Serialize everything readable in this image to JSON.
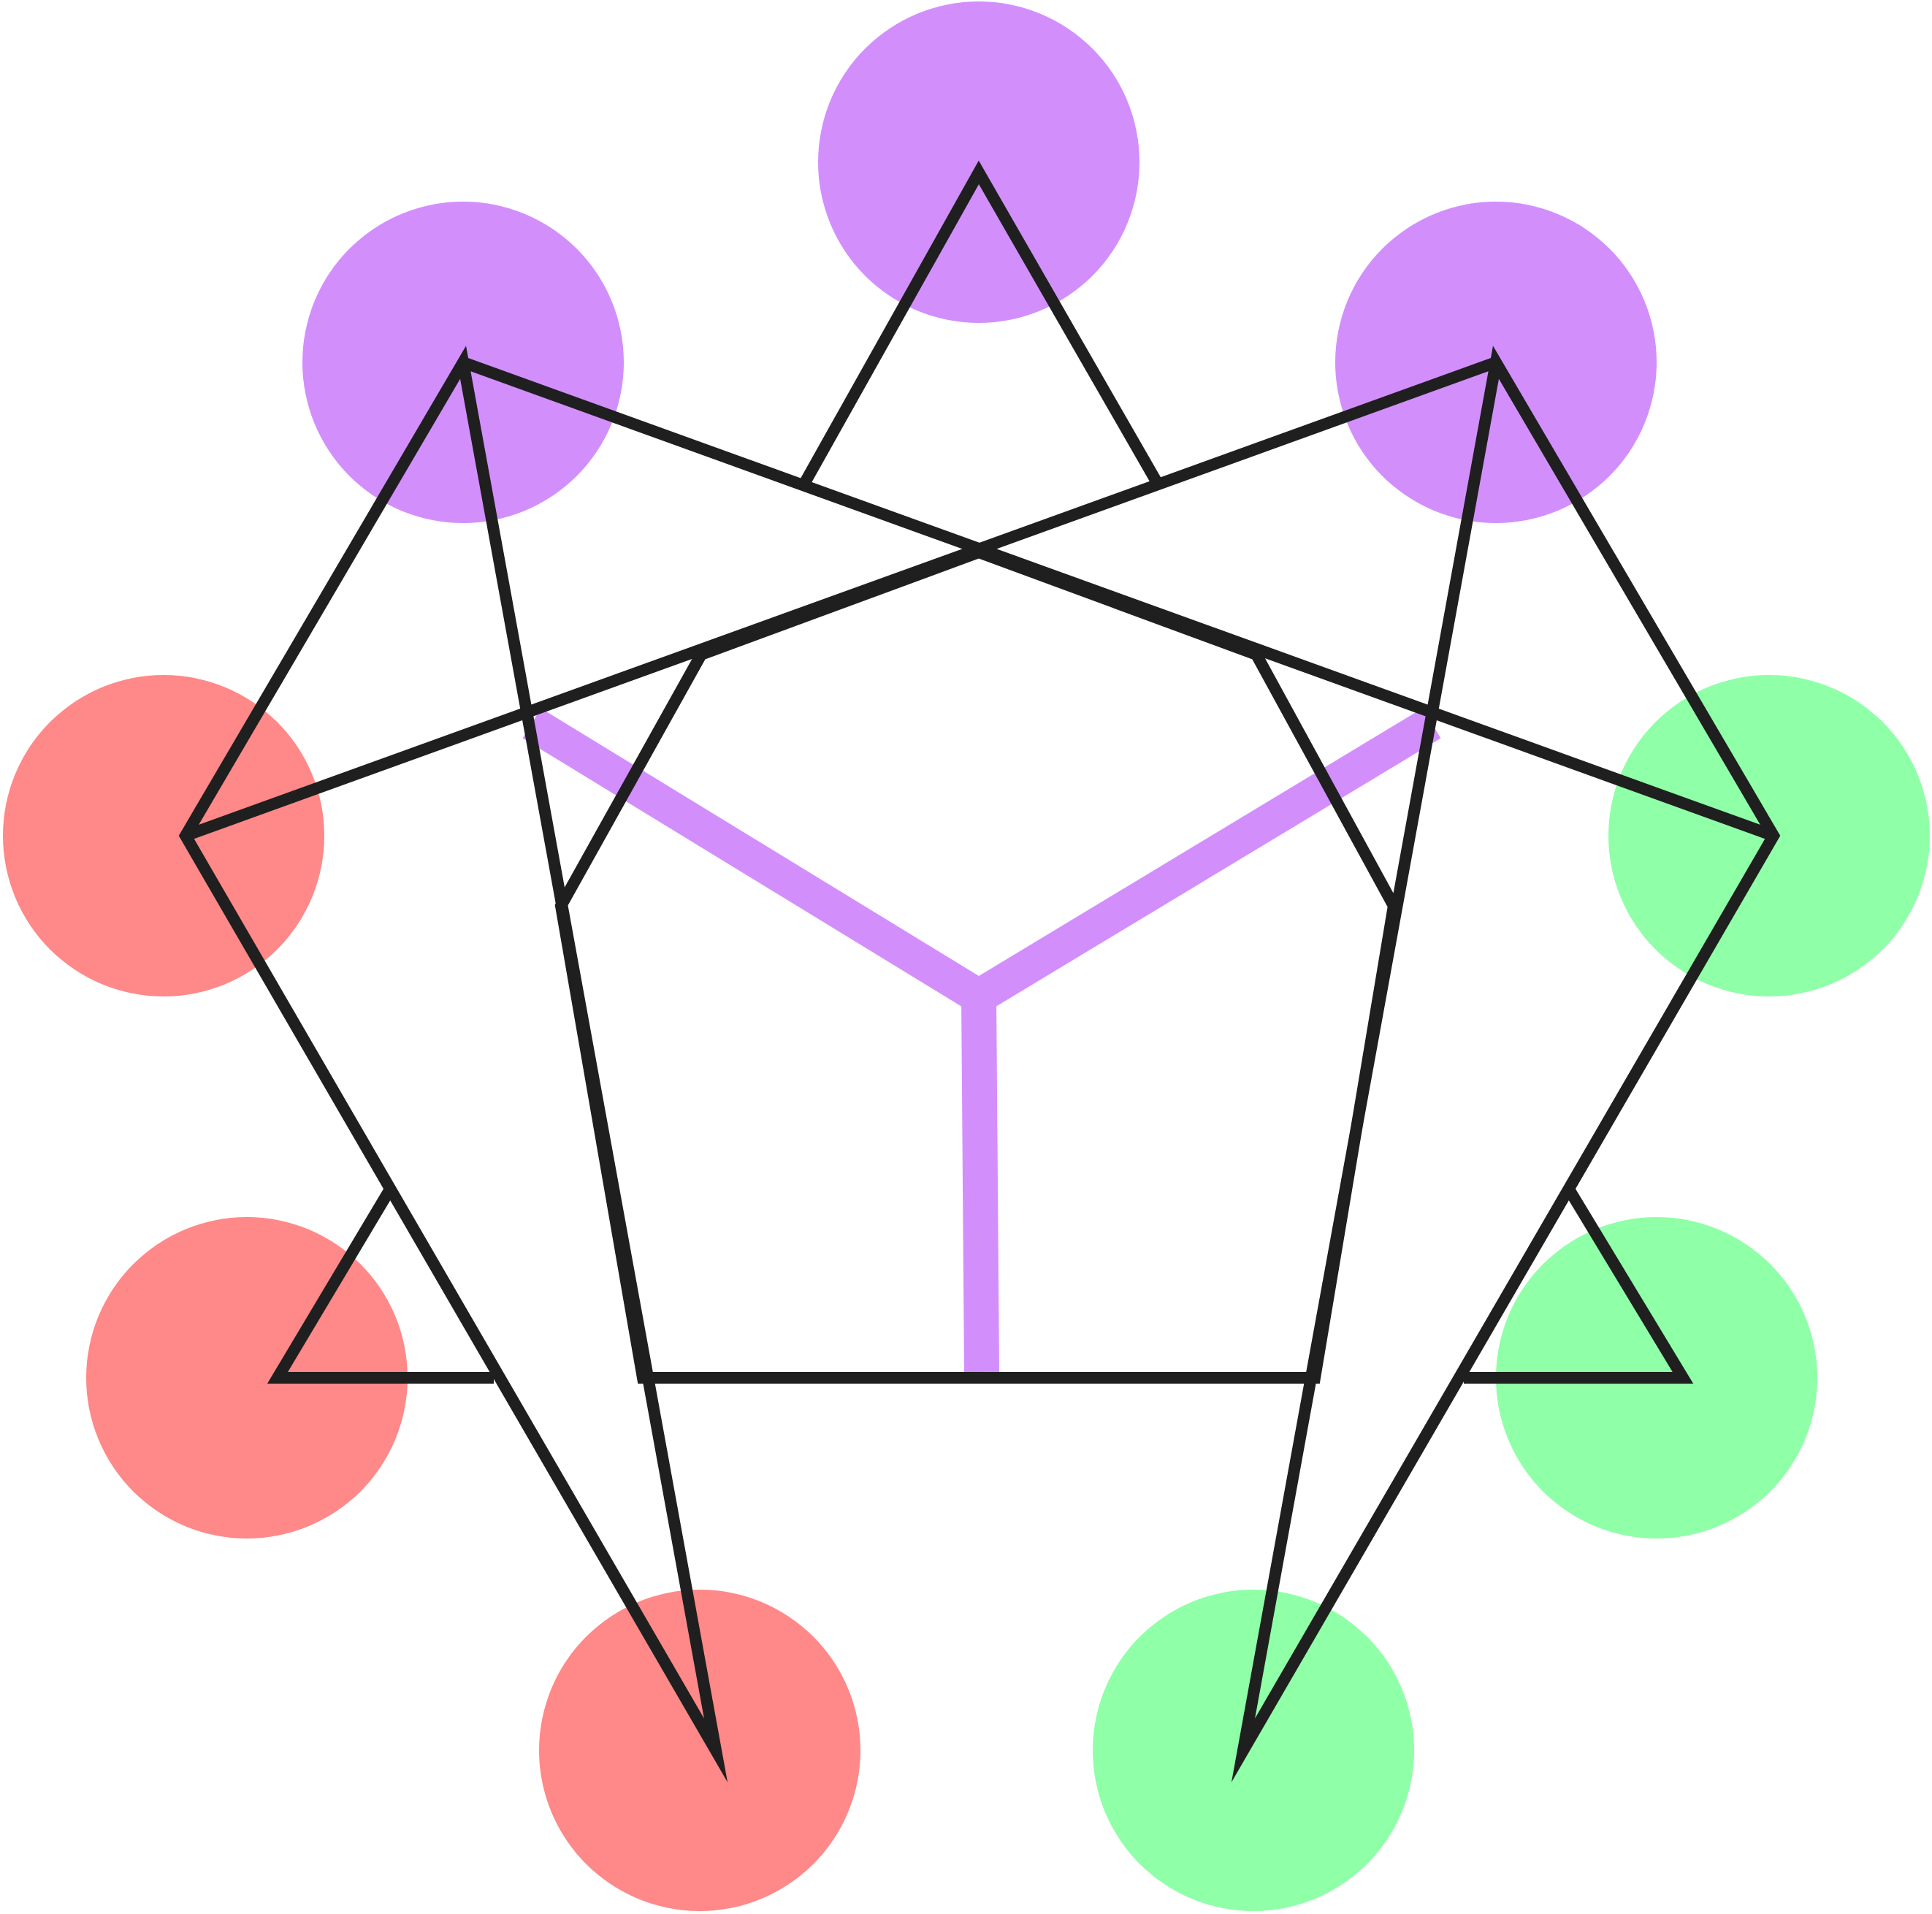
{
  "diagram": {
    "colors": {
      "background": "#ffffff",
      "line": "#1f1f1f",
      "purple_group": "#d28ffc",
      "red_group": "#ff8888",
      "green_group": "#8fffa8"
    },
    "node_groups": [
      {
        "group": "purple",
        "count": 3
      },
      {
        "group": "red",
        "count": 3
      },
      {
        "group": "green",
        "count": 3
      }
    ],
    "connector": {
      "color_group": "purple",
      "shape": "three-arm junction"
    }
  }
}
